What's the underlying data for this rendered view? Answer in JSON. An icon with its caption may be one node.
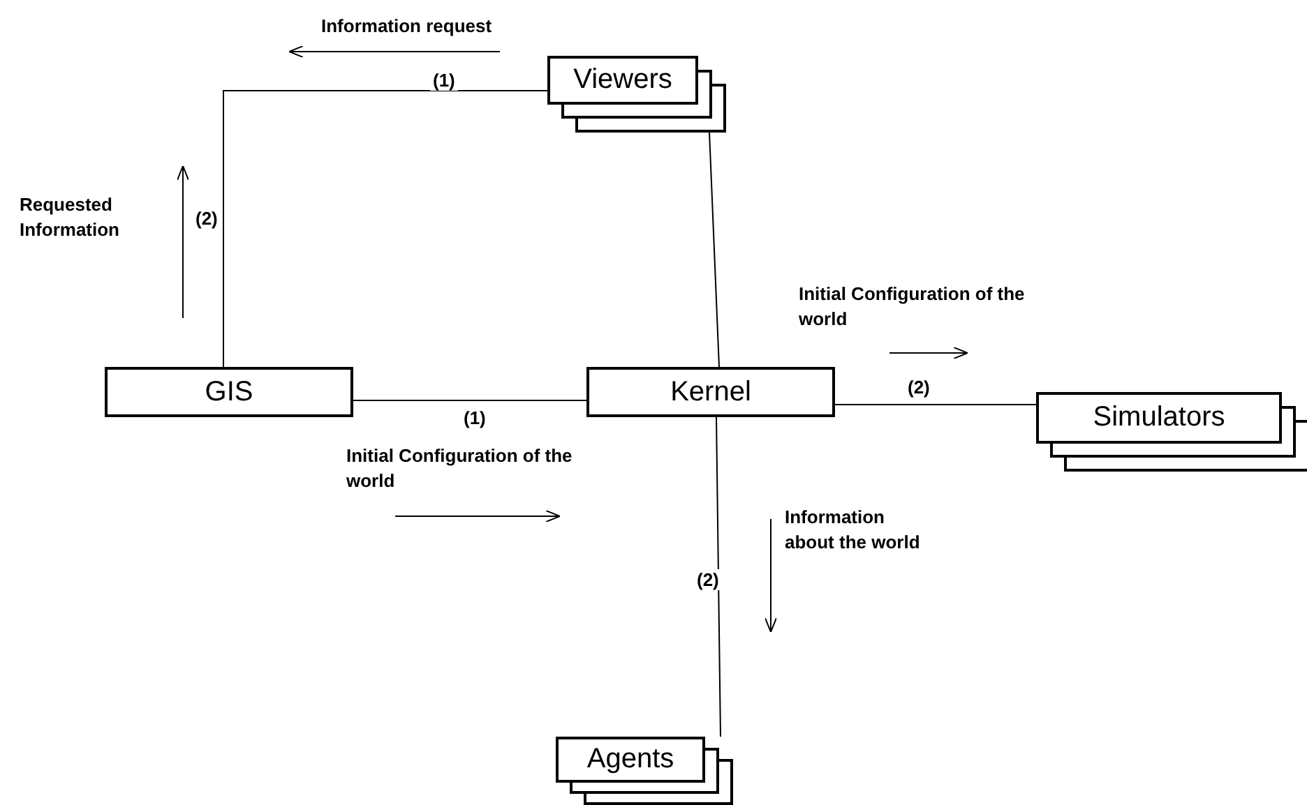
{
  "diagram": {
    "nodes": [
      {
        "text": [
          "Viewers"
        ]
      },
      {
        "text": [
          "GIS"
        ]
      },
      {
        "text": [
          "Kernel"
        ]
      },
      {
        "text": [
          "Simulators"
        ]
      },
      {
        "text": [
          "Agents"
        ]
      }
    ],
    "edges": [
      {
        "from": 1,
        "to": 0,
        "arrow": "none",
        "label": "(1)"
      },
      {
        "from": 0,
        "to": 2,
        "arrow": "none"
      },
      {
        "from": 1,
        "to": 2,
        "arrow": "none",
        "label": "(1)"
      },
      {
        "from": 2,
        "to": 3,
        "arrow": "none",
        "label": "(2)"
      },
      {
        "from": 2,
        "to": 4,
        "arrow": "none",
        "label": "(2)"
      }
    ],
    "labels": [
      "Information request",
      "(2)",
      "Requested Information",
      "Initial Configuration of the world",
      "Initial Configuration of the world",
      "Information about the world"
    ]
  }
}
